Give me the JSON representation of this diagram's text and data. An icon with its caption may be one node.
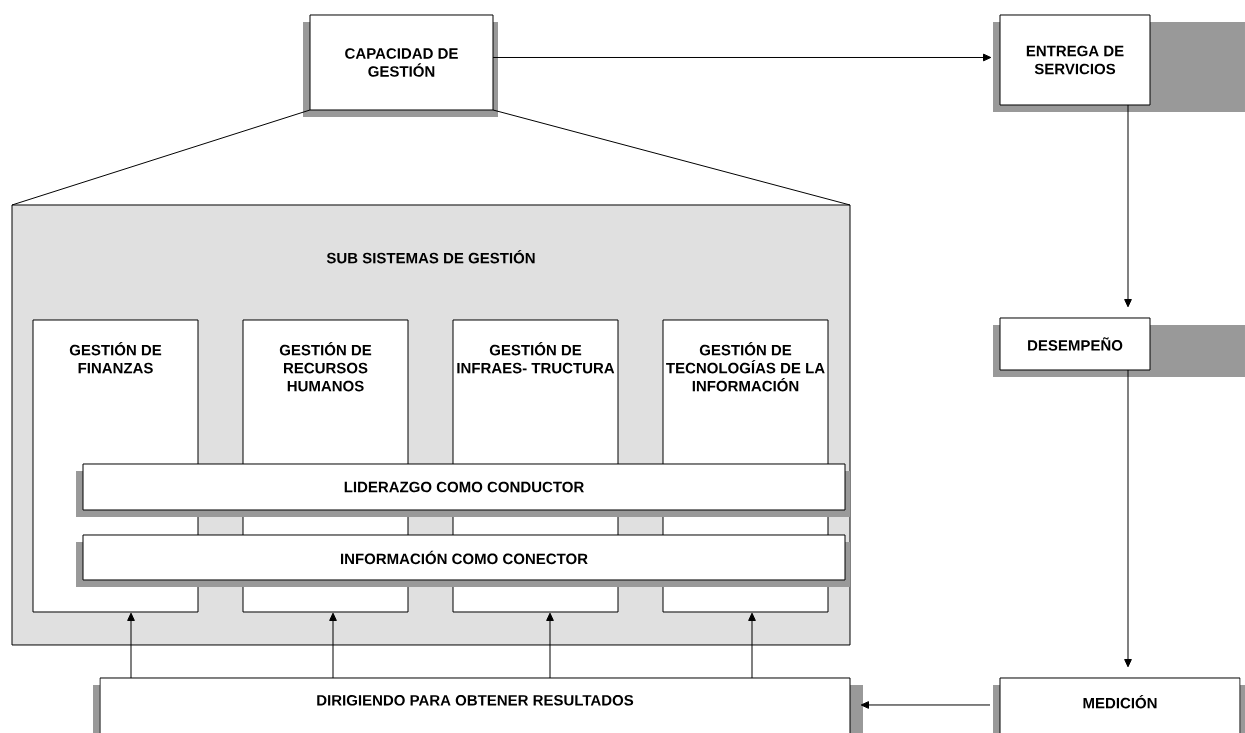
{
  "diagram": {
    "nodes": [
      {
        "text": [
          "CAPACIDAD DE GESTIÓN"
        ]
      },
      {
        "text": [
          "ENTREGA DE SERVICIOS"
        ]
      },
      {
        "text": [
          "SUB SISTEMAS DE GESTIÓN"
        ]
      },
      {
        "text": [
          "GESTIÓN DE FINANZAS"
        ],
        "in": 2
      },
      {
        "text": [
          "GESTIÓN DE RECURSOS HUMANOS"
        ],
        "in": 2
      },
      {
        "text": [
          "GESTIÓN DE INFRAES- TRUCTURA"
        ],
        "in": 2
      },
      {
        "text": [
          "GESTIÓN DE TECNOLOGÍAS DE LA INFORMACIÓN"
        ],
        "in": 2
      },
      {
        "text": [
          "LIDERAZGO COMO CONDUCTOR"
        ],
        "in": 2
      },
      {
        "text": [
          "INFORMACIÓN COMO CONECTOR"
        ],
        "in": 2
      },
      {
        "text": [
          "DESEMPEÑO"
        ]
      },
      {
        "text": [
          "DIRIGIENDO PARA OBTENER RESULTADOS"
        ]
      },
      {
        "text": [
          "MEDICIÓN"
        ]
      }
    ],
    "edges": [
      {
        "from": 0,
        "to": 1,
        "arrow": "to"
      },
      {
        "from": 0,
        "to": 2,
        "arrow": "none"
      },
      {
        "from": 0,
        "to": 2,
        "arrow": "none"
      },
      {
        "from": 1,
        "to": 9,
        "arrow": "to"
      },
      {
        "from": 9,
        "to": 11,
        "arrow": "to"
      },
      {
        "from": 11,
        "to": 10,
        "arrow": "to"
      },
      {
        "from": 10,
        "to": 3,
        "arrow": "to"
      },
      {
        "from": 10,
        "to": 4,
        "arrow": "to"
      },
      {
        "from": 10,
        "to": 5,
        "arrow": "to"
      },
      {
        "from": 10,
        "to": 6,
        "arrow": "to"
      }
    ]
  }
}
